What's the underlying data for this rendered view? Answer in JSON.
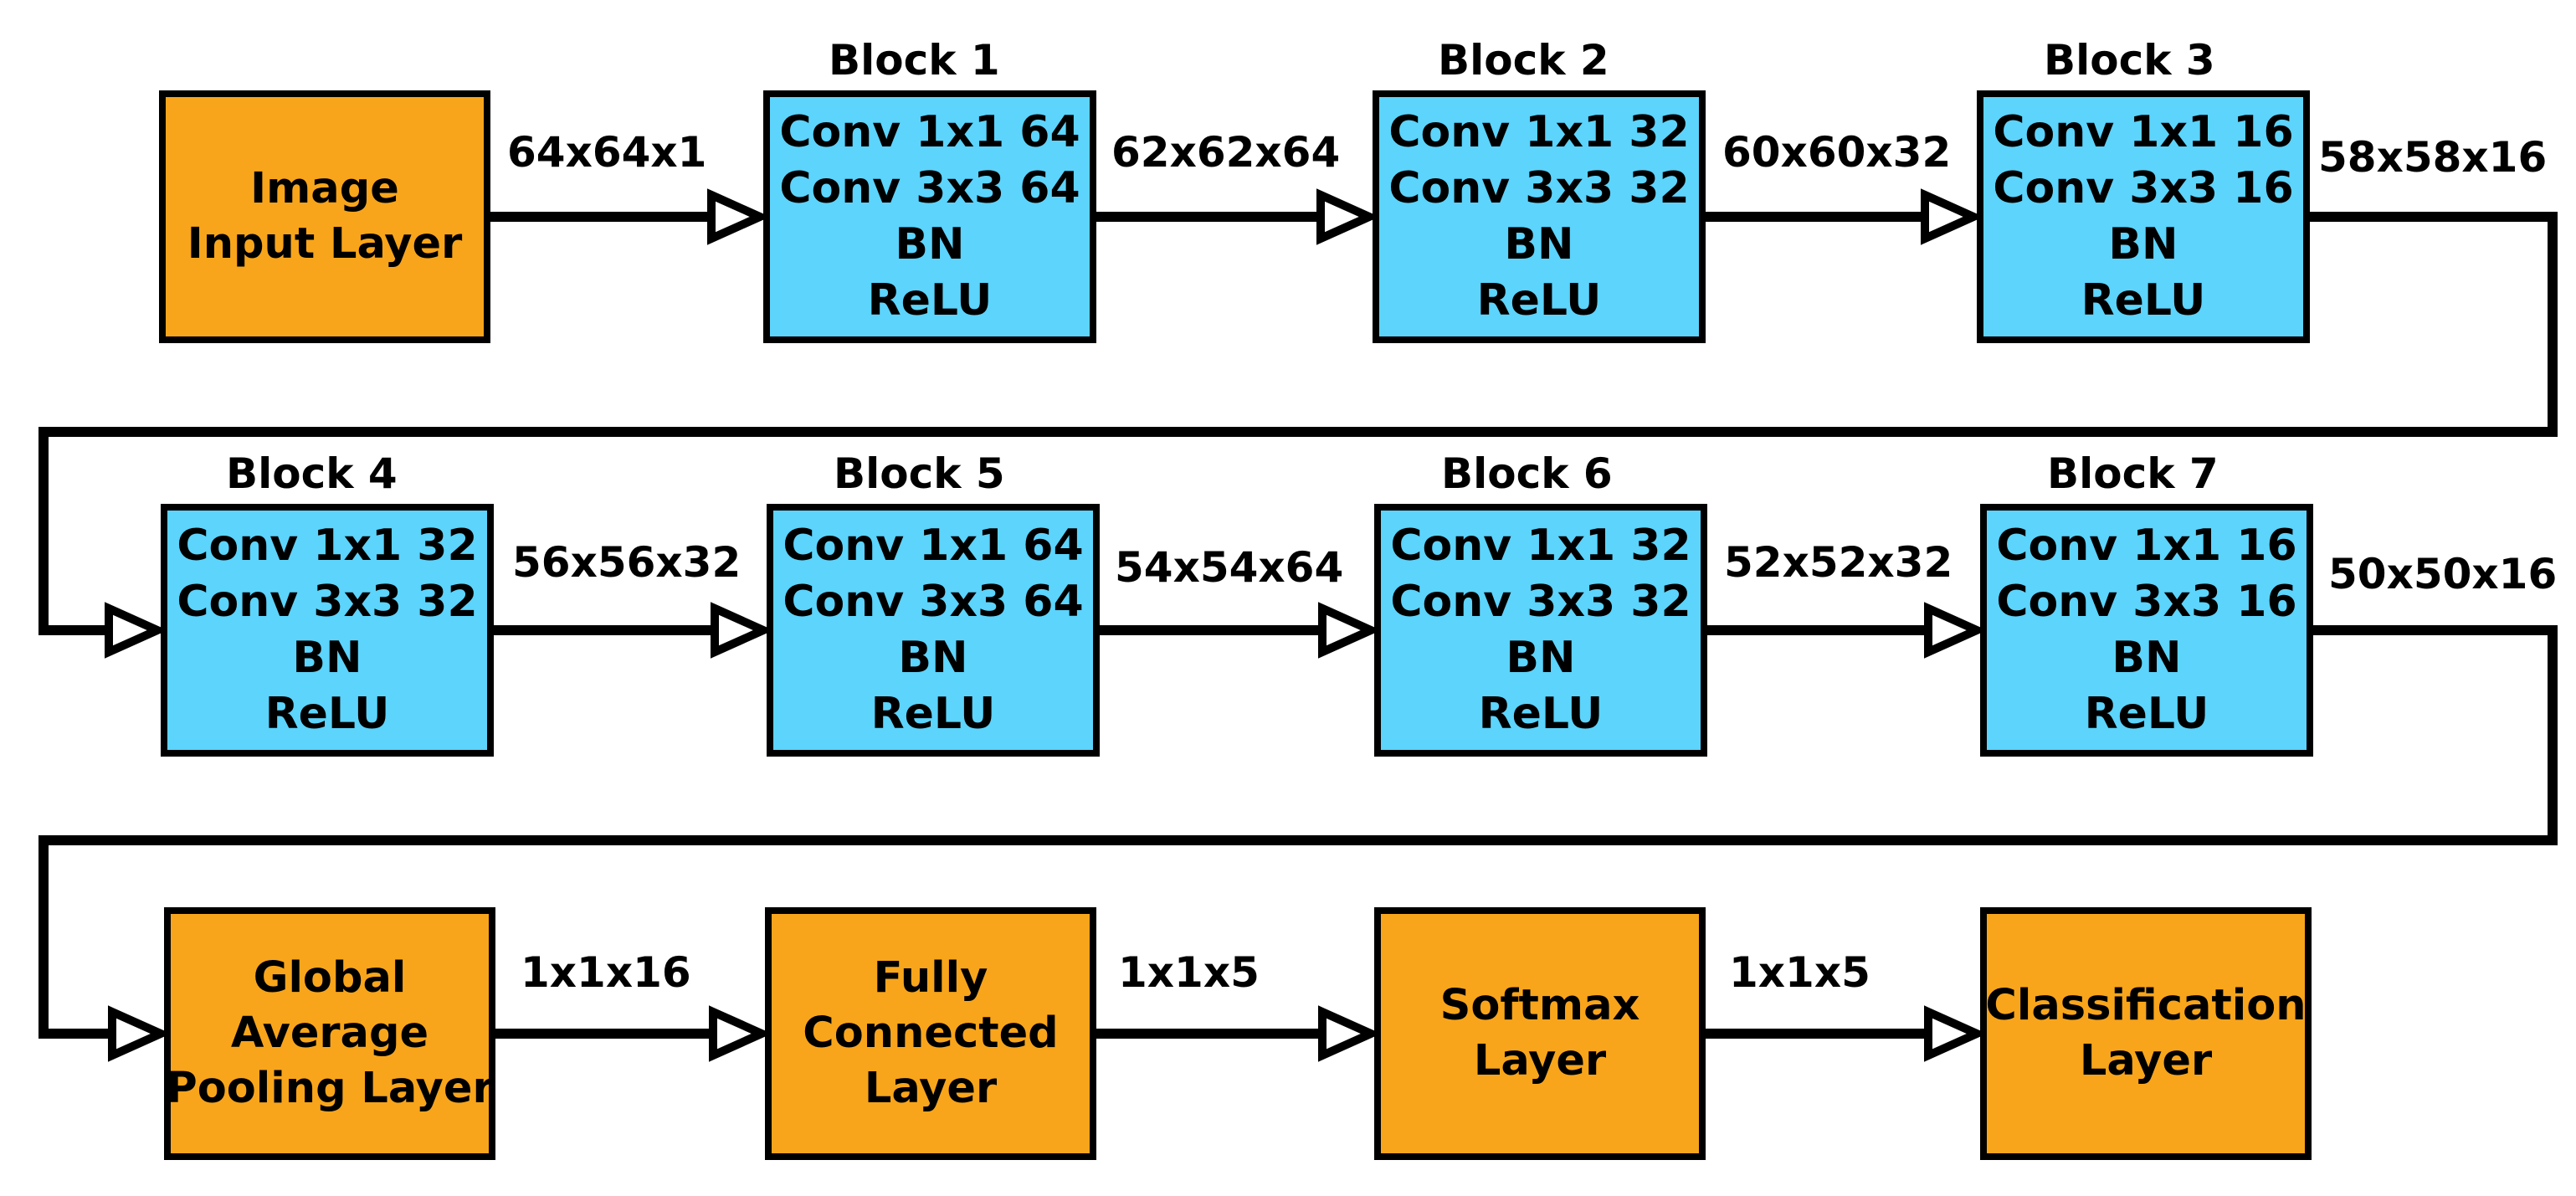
{
  "colors": {
    "terminal": "#f8a51b",
    "block": "#5cd4fc",
    "stroke": "#000000"
  },
  "nodes": {
    "image_input": [
      "Image",
      "Input Layer"
    ],
    "block1": [
      "Conv 1x1 64",
      "Conv 3x3 64",
      "BN",
      "ReLU"
    ],
    "block2": [
      "Conv 1x1 32",
      "Conv 3x3 32",
      "BN",
      "ReLU"
    ],
    "block3": [
      "Conv 1x1 16",
      "Conv 3x3 16",
      "BN",
      "ReLU"
    ],
    "block4": [
      "Conv 1x1 32",
      "Conv 3x3 32",
      "BN",
      "ReLU"
    ],
    "block5": [
      "Conv 1x1 64",
      "Conv 3x3 64",
      "BN",
      "ReLU"
    ],
    "block6": [
      "Conv 1x1 32",
      "Conv 3x3 32",
      "BN",
      "ReLU"
    ],
    "block7": [
      "Conv 1x1 16",
      "Conv 3x3 16",
      "BN",
      "ReLU"
    ],
    "gap": [
      "Global",
      "Average",
      "Pooling Layer"
    ],
    "fc": [
      "Fully",
      "Connected",
      "Layer"
    ],
    "softmax": [
      "Softmax",
      "Layer"
    ],
    "classification": [
      "Classification",
      "Layer"
    ]
  },
  "block_titles": {
    "block1": "Block 1",
    "block2": "Block 2",
    "block3": "Block 3",
    "block4": "Block 4",
    "block5": "Block 5",
    "block6": "Block 6",
    "block7": "Block 7"
  },
  "flows": {
    "input_to_b1": "64x64x1",
    "b1_to_b2": "62x62x64",
    "b2_to_b3": "60x60x32",
    "b3_to_b4": "58x58x16",
    "b4_to_b5": "56x56x32",
    "b5_to_b6": "54x54x64",
    "b6_to_b7": "52x52x32",
    "b7_to_gap": "50x50x16",
    "gap_to_fc": "1x1x16",
    "fc_to_softmax": "1x1x5",
    "softmax_to_cls": "1x1x5"
  },
  "edges": [
    [
      "image_input",
      "block1"
    ],
    [
      "block1",
      "block2"
    ],
    [
      "block2",
      "block3"
    ],
    [
      "block3",
      "block4"
    ],
    [
      "block4",
      "block5"
    ],
    [
      "block5",
      "block6"
    ],
    [
      "block6",
      "block7"
    ],
    [
      "block7",
      "gap"
    ],
    [
      "gap",
      "fc"
    ],
    [
      "fc",
      "softmax"
    ],
    [
      "softmax",
      "classification"
    ]
  ]
}
